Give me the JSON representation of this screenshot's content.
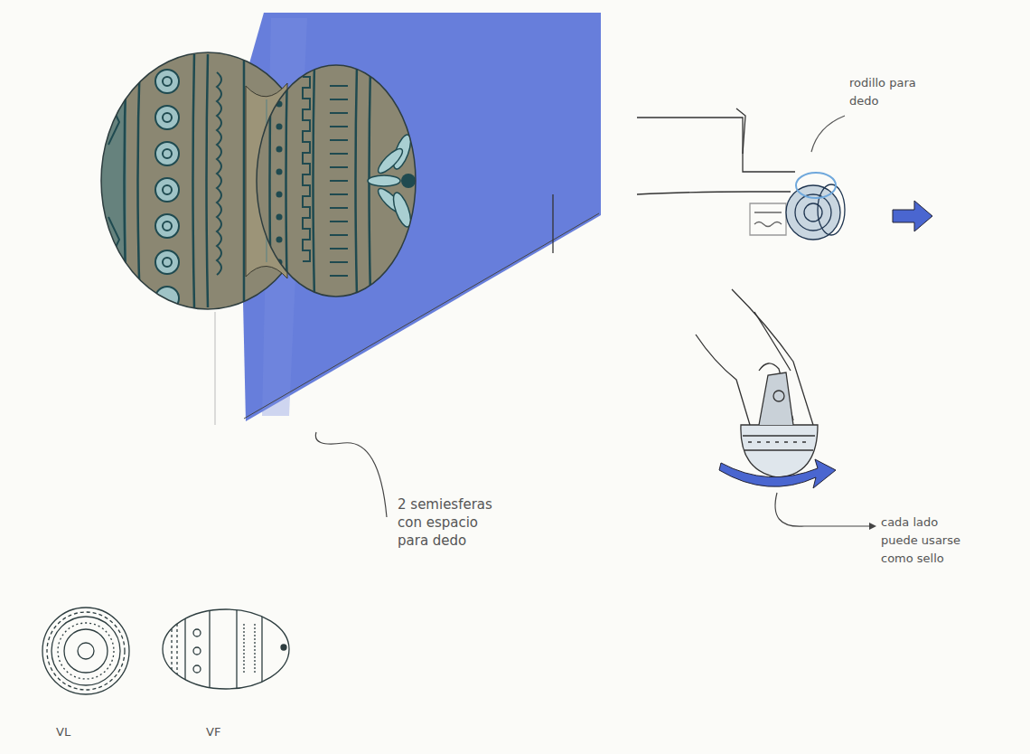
{
  "diagram": {
    "labels": [
      "rodillo para dedo",
      "2 semiesferas con espacio para dedo",
      "cada lado puede usarse como sello",
      "VL",
      "VF"
    ]
  }
}
